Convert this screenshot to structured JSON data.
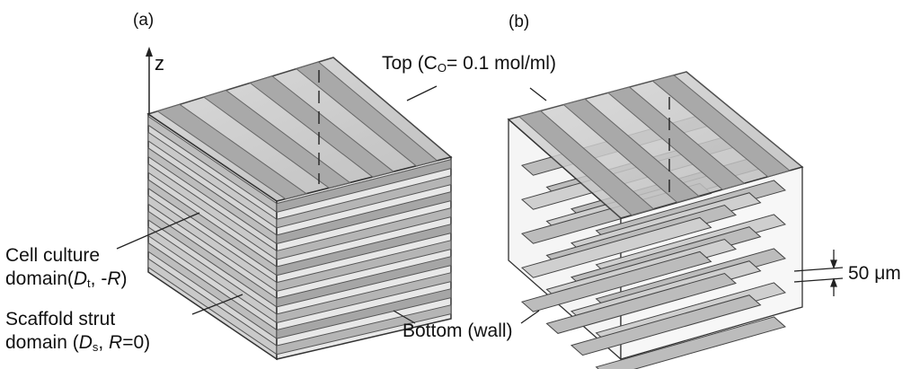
{
  "panels": {
    "a": "(a)",
    "b": "(b)"
  },
  "axis": {
    "z": "z"
  },
  "top_label": {
    "prefix": "Top (C",
    "sub": "O",
    "suffix": "= 0.1 mol/ml)"
  },
  "bottom_label": "Bottom (wall)",
  "cell_domain": {
    "line1": "Cell culture",
    "line2_a": "domain(",
    "d": "D",
    "d_sub": "t",
    "mid": ", -",
    "r": "R",
    "close": ")"
  },
  "strut_domain": {
    "line1": "Scaffold strut",
    "line2_a": "domain (",
    "d": "D",
    "d_sub": "s",
    "mid": ", ",
    "r": "R",
    "r_val": "=0)"
  },
  "dimension": "50 μm",
  "colors": {
    "strut": "#c9c9c9",
    "strut_dark": "#9a9a9a",
    "void": "#f2f2f2",
    "outline": "#333333"
  }
}
